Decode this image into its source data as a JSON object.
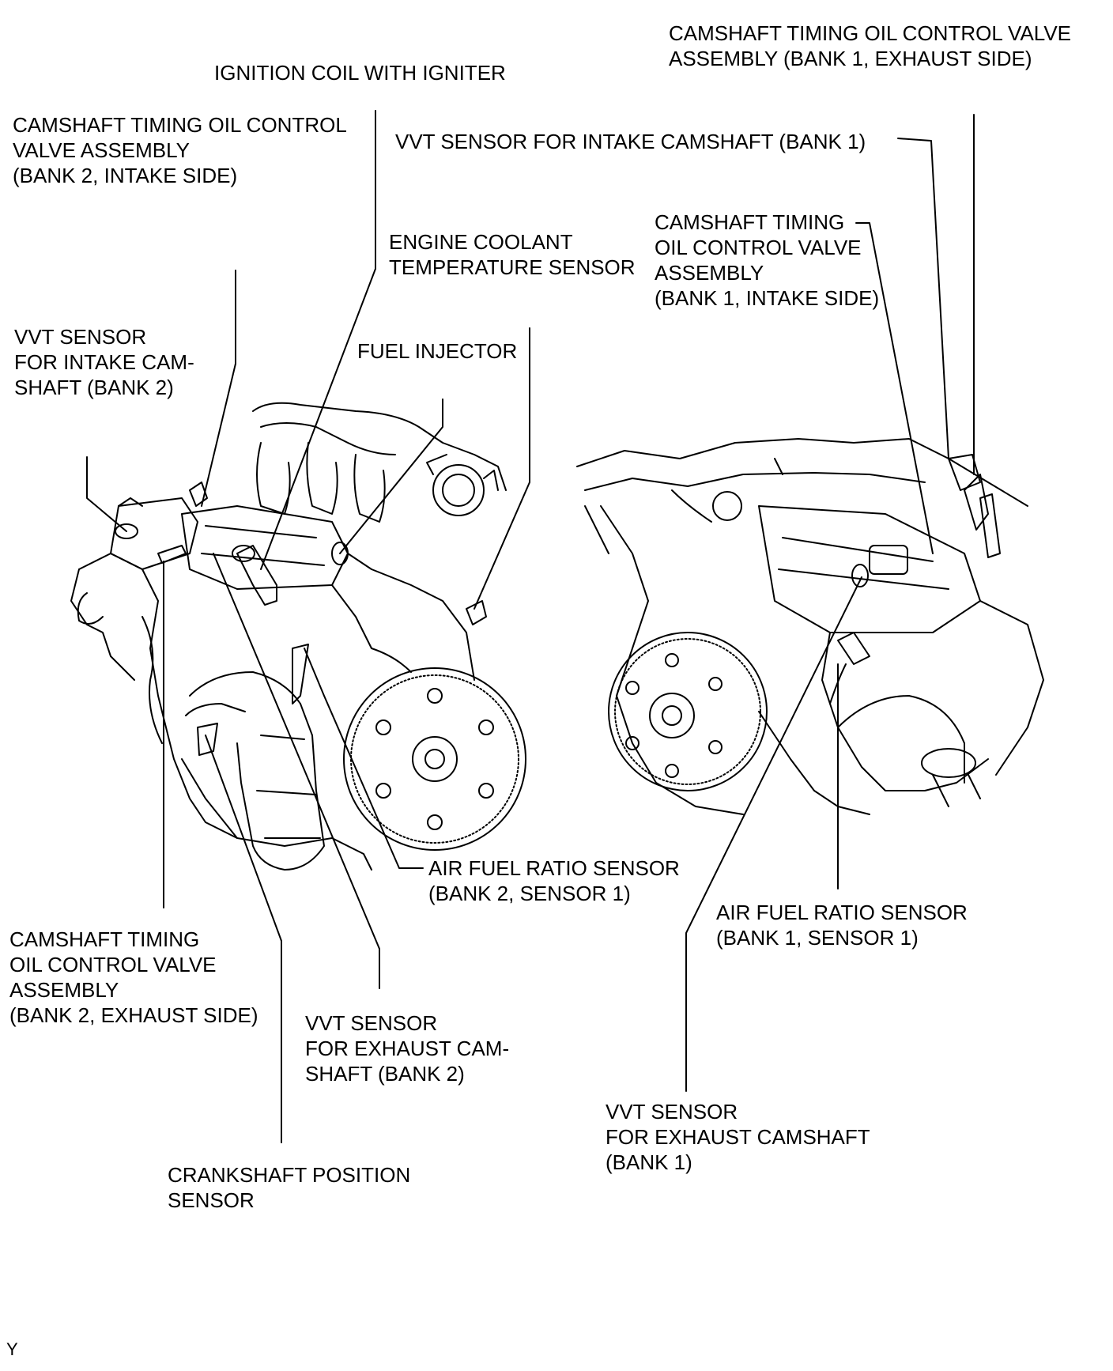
{
  "labels": {
    "ignition_coil": [
      "IGNITION COIL WITH IGNITER"
    ],
    "ocv_b2_intake": [
      "CAMSHAFT TIMING OIL CONTROL",
      "VALVE ASSEMBLY",
      "(BANK 2, INTAKE SIDE)"
    ],
    "vvt_intake_b2": [
      "VVT SENSOR",
      "FOR INTAKE CAM-",
      "SHAFT (BANK 2)"
    ],
    "ect_sensor": [
      "ENGINE COOLANT",
      "TEMPERATURE SENSOR"
    ],
    "fuel_injector": [
      "FUEL INJECTOR"
    ],
    "ocv_b1_exhaust": [
      "CAMSHAFT TIMING OIL CONTROL VALVE",
      "ASSEMBLY (BANK 1, EXHAUST SIDE)"
    ],
    "vvt_intake_b1": [
      "VVT SENSOR FOR INTAKE CAMSHAFT (BANK 1)"
    ],
    "ocv_b1_intake": [
      "CAMSHAFT TIMING",
      "OIL CONTROL VALVE",
      "ASSEMBLY",
      "(BANK 1, INTAKE SIDE)"
    ],
    "af_b2s1": [
      "AIR FUEL RATIO SENSOR",
      "(BANK 2, SENSOR 1)"
    ],
    "af_b1s1": [
      "AIR FUEL RATIO SENSOR",
      "(BANK 1, SENSOR 1)"
    ],
    "ocv_b2_exhaust": [
      "CAMSHAFT TIMING",
      "OIL CONTROL VALVE",
      "ASSEMBLY",
      "(BANK 2, EXHAUST SIDE)"
    ],
    "vvt_exhaust_b2": [
      "VVT SENSOR",
      "FOR EXHAUST CAM-",
      "SHAFT (BANK 2)"
    ],
    "vvt_exhaust_b1": [
      "VVT SENSOR",
      "FOR EXHAUST CAMSHAFT",
      "(BANK 1)"
    ],
    "ckp_sensor": [
      "CRANKSHAFT POSITION",
      "SENSOR"
    ]
  },
  "corner_mark": "Y",
  "colors": {
    "ink": "#000000",
    "paper": "#ffffff"
  }
}
